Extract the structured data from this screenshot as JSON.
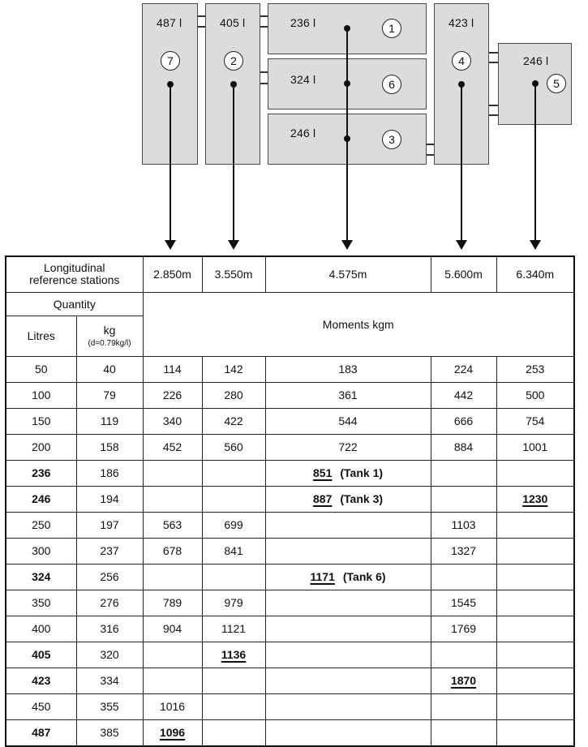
{
  "diagram": {
    "tanks": [
      {
        "id": "7",
        "volume": "487 l"
      },
      {
        "id": "2",
        "volume": "405 l"
      },
      {
        "id": "1",
        "volume": "236 l"
      },
      {
        "id": "6",
        "volume": "324 l"
      },
      {
        "id": "3",
        "volume": "246 l"
      },
      {
        "id": "4",
        "volume": "423 l"
      },
      {
        "id": "5",
        "volume": "246 l"
      }
    ]
  },
  "table": {
    "header": {
      "stations_label_line1": "Longitudinal",
      "stations_label_line2": "reference stations",
      "stations": [
        "2.850m",
        "3.550m",
        "4.575m",
        "5.600m",
        "6.340m"
      ],
      "quantity": "Quantity",
      "litres": "Litres",
      "kg": "kg",
      "density": "(d=0.79kg/l)",
      "moments": "Moments  kgm"
    },
    "rows": [
      {
        "litres": "50",
        "kg": "40",
        "m1": "114",
        "m2": "142",
        "m3": "183",
        "m4": "224",
        "m5": "253"
      },
      {
        "litres": "100",
        "kg": "79",
        "m1": "226",
        "m2": "280",
        "m3": "361",
        "m4": "442",
        "m5": "500"
      },
      {
        "litres": "150",
        "kg": "119",
        "m1": "340",
        "m2": "422",
        "m3": "544",
        "m4": "666",
        "m5": "754"
      },
      {
        "litres": "200",
        "kg": "158",
        "m1": "452",
        "m2": "560",
        "m3": "722",
        "m4": "884",
        "m5": "1001"
      },
      {
        "litres": "236",
        "kg": "186",
        "m1": "",
        "m2": "",
        "m3": "851",
        "m3_note": "(Tank 1)",
        "m4": "",
        "m5": ""
      },
      {
        "litres": "246",
        "kg": "194",
        "m1": "",
        "m2": "",
        "m3": "887",
        "m3_note": "(Tank 3)",
        "m4": "",
        "m5": "1230"
      },
      {
        "litres": "250",
        "kg": "197",
        "m1": "563",
        "m2": "699",
        "m3": "",
        "m4": "1103",
        "m5": ""
      },
      {
        "litres": "300",
        "kg": "237",
        "m1": "678",
        "m2": "841",
        "m3": "",
        "m4": "1327",
        "m5": ""
      },
      {
        "litres": "324",
        "kg": "256",
        "m1": "",
        "m2": "",
        "m3": "1171",
        "m3_note": "(Tank 6)",
        "m4": "",
        "m5": ""
      },
      {
        "litres": "350",
        "kg": "276",
        "m1": "789",
        "m2": "979",
        "m3": "",
        "m4": "1545",
        "m5": ""
      },
      {
        "litres": "400",
        "kg": "316",
        "m1": "904",
        "m2": "1121",
        "m3": "",
        "m4": "1769",
        "m5": ""
      },
      {
        "litres": "405",
        "kg": "320",
        "m1": "",
        "m2": "1136",
        "m3": "",
        "m4": "",
        "m5": ""
      },
      {
        "litres": "423",
        "kg": "334",
        "m1": "",
        "m2": "",
        "m3": "",
        "m4": "1870",
        "m5": ""
      },
      {
        "litres": "450",
        "kg": "355",
        "m1": "1016",
        "m2": "",
        "m3": "",
        "m4": "",
        "m5": ""
      },
      {
        "litres": "487",
        "kg": "385",
        "m1": "1096",
        "m2": "",
        "m3": "",
        "m4": "",
        "m5": ""
      }
    ]
  }
}
